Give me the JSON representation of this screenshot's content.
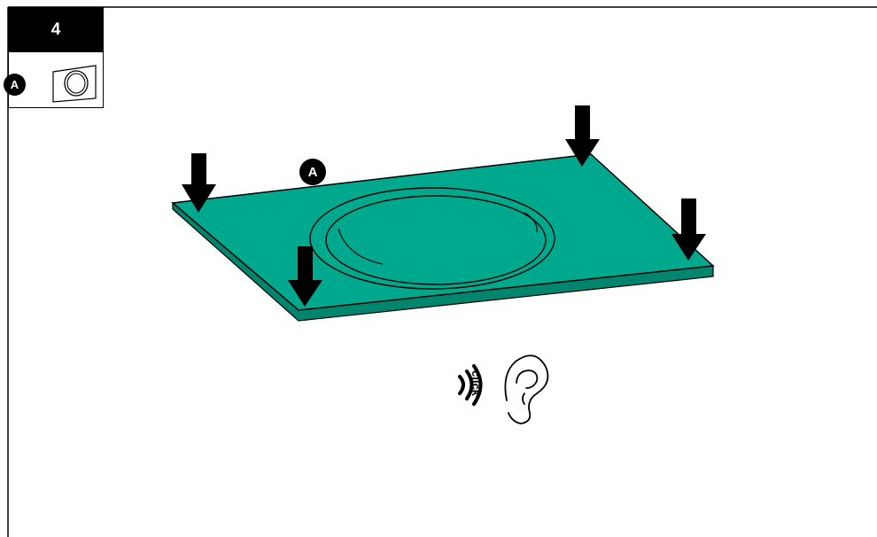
{
  "step": {
    "number": "4"
  },
  "legend": {
    "part_label": "A"
  },
  "main": {
    "part_label": "A"
  },
  "sound": {
    "word": "click"
  },
  "colors": {
    "panel": "#00a88e",
    "panel_edge": "#00866f",
    "ink": "#000000"
  }
}
